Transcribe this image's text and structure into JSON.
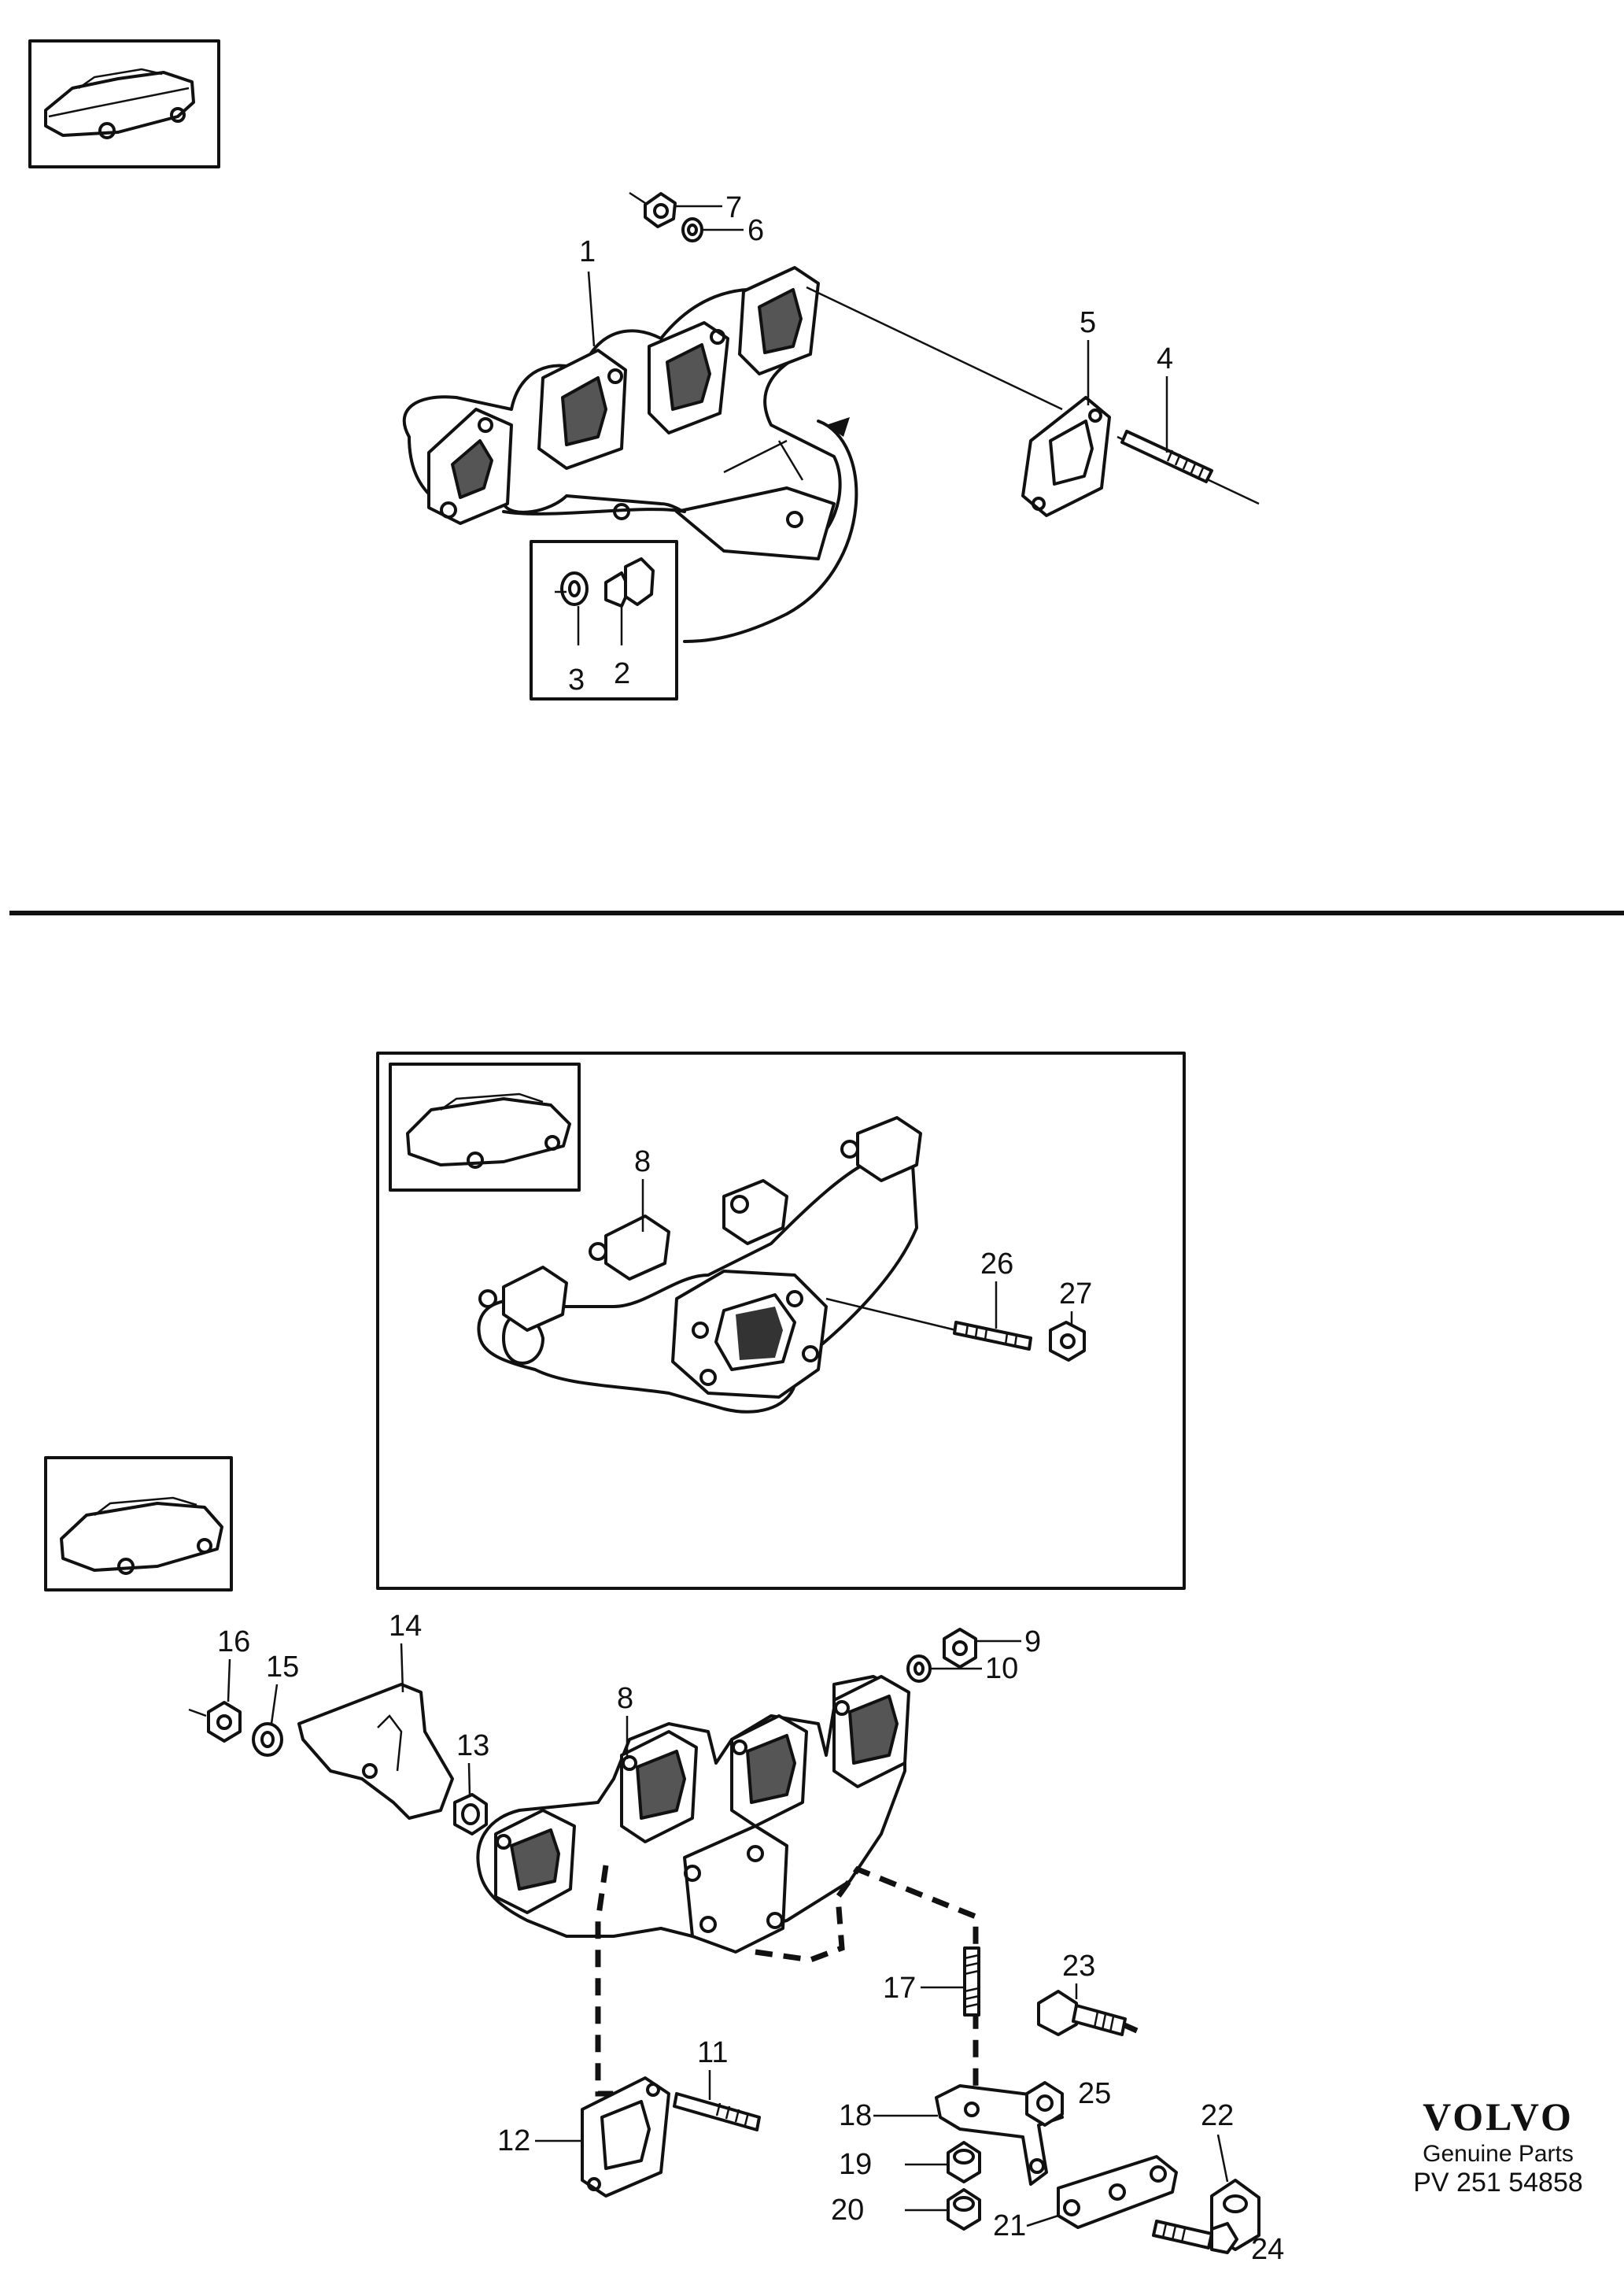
{
  "callouts": {
    "c1": "1",
    "c2": "2",
    "c3": "3",
    "c4": "4",
    "c5": "5",
    "c6": "6",
    "c7": "7",
    "c8a": "8",
    "c8b": "8",
    "c9": "9",
    "c10": "10",
    "c11": "11",
    "c12": "12",
    "c13": "13",
    "c14": "14",
    "c15": "15",
    "c16": "16",
    "c17": "17",
    "c18": "18",
    "c19": "19",
    "c20": "20",
    "c21": "21",
    "c22": "22",
    "c23": "23",
    "c24": "24",
    "c25": "25",
    "c26": "26",
    "c27": "27"
  },
  "brand": {
    "logo": "VOLVO",
    "subtitle": "Genuine Parts",
    "ref": "PV 251 54858"
  }
}
